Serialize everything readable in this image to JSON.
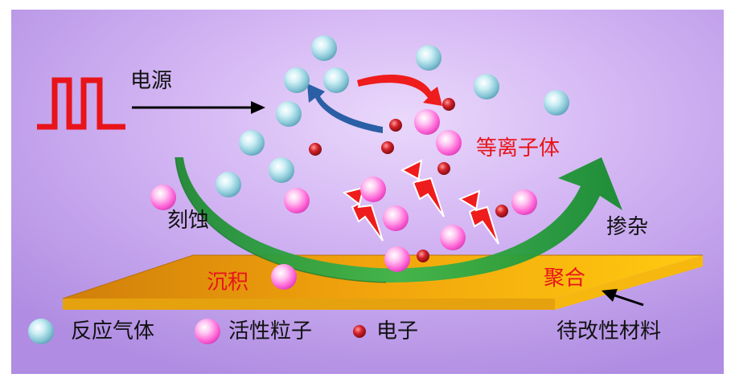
{
  "labels": {
    "power": "电源",
    "plasma": "等离子体",
    "etch": "刻蚀",
    "dope": "掺杂",
    "deposit": "沉积",
    "polymerize": "聚合",
    "material": "待改性材料"
  },
  "legend": {
    "gas": "反应气体",
    "active": "活性粒子",
    "electron": "电子"
  },
  "colors": {
    "background_top": "#c9a7f0",
    "background_edge": "#b793e6",
    "gas_particle": "#8fd0de",
    "active_particle": "#ff6fd8",
    "electron": "#c8141e",
    "plate_left": "#d8860c",
    "plate_right": "#ffc60a",
    "arrow_green": "#1f9a3a",
    "arrow_blue": "#2a5fa5",
    "arrow_red": "#ee1c1c",
    "lightning": "#ee1c1c",
    "square_wave": "#e8141a"
  },
  "icons": {
    "power_source": "square-wave-icon",
    "discharge": "lightning-bolt-icon"
  }
}
